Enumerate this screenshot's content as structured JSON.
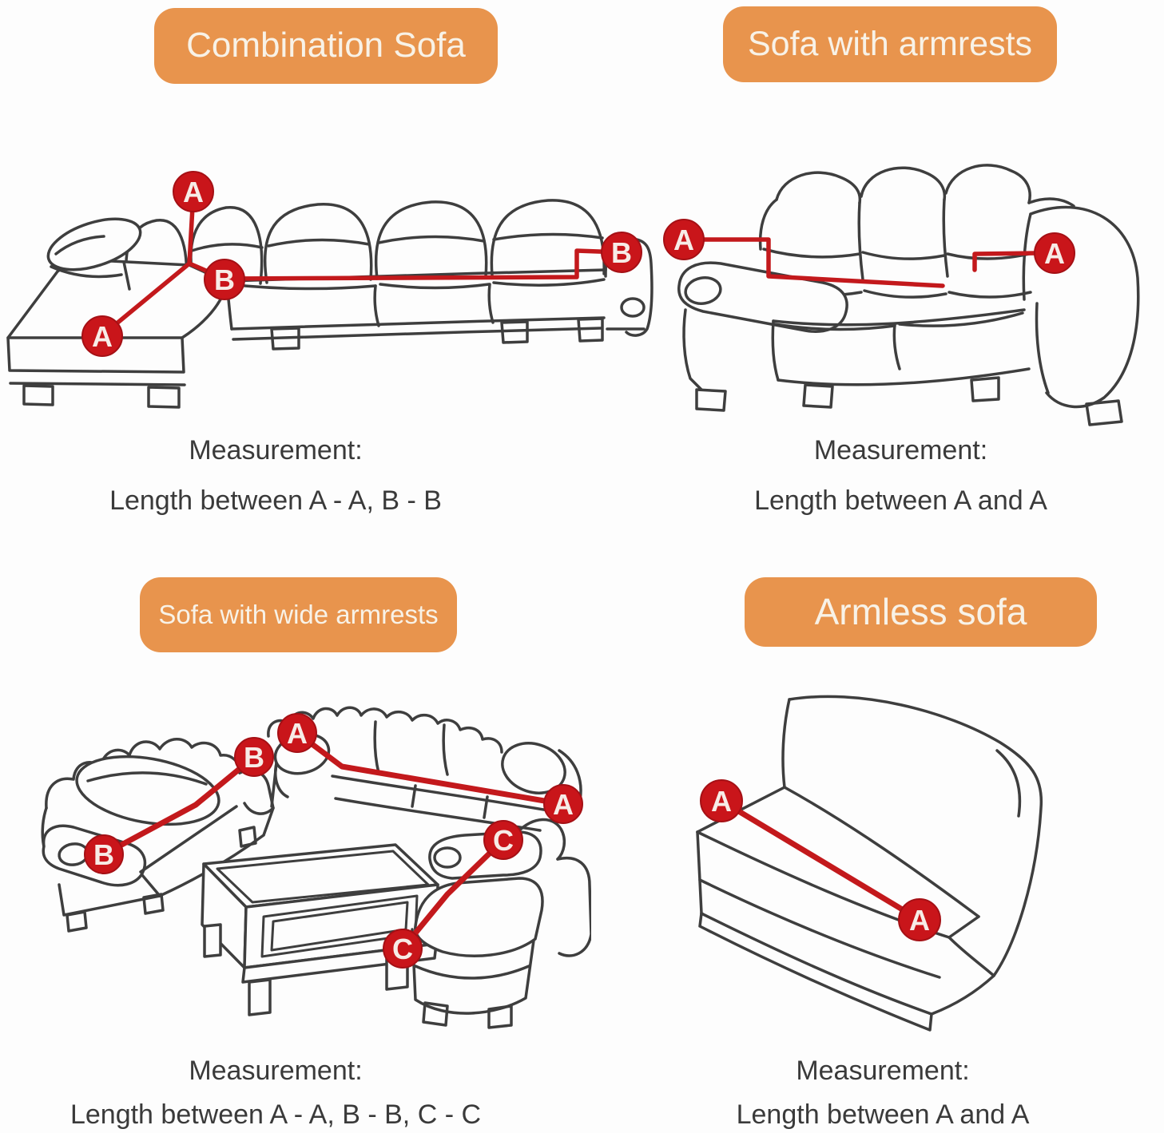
{
  "colors": {
    "badge_background": "#e8944d",
    "badge_text": "#f8f2e7",
    "marker_red": "#c9151a",
    "measurement_line_red": "#c3191c",
    "sketch_line": "#3e3e3e",
    "caption_text": "#3a3a3a",
    "page_background": "#fdfdfd"
  },
  "panels": [
    {
      "id": "combination-sofa",
      "title": "Combination Sofa",
      "measurement_label": "Measurement:",
      "measurement_detail": "Length between A - A, B - B",
      "markers": [
        "A",
        "B",
        "A",
        "B"
      ]
    },
    {
      "id": "sofa-with-armrests",
      "title": "Sofa with armrests",
      "measurement_label": "Measurement:",
      "measurement_detail": "Length between A and A",
      "markers": [
        "A",
        "A"
      ]
    },
    {
      "id": "sofa-with-wide-armrests",
      "title": "Sofa with wide armrests",
      "measurement_label": "Measurement:",
      "measurement_detail": "Length between A - A, B - B, C - C",
      "markers": [
        "A",
        "A",
        "B",
        "B",
        "C",
        "C"
      ]
    },
    {
      "id": "armless-sofa",
      "title": "Armless sofa",
      "measurement_label": "Measurement:",
      "measurement_detail": "Length between A and A",
      "markers": [
        "A",
        "A"
      ]
    }
  ]
}
